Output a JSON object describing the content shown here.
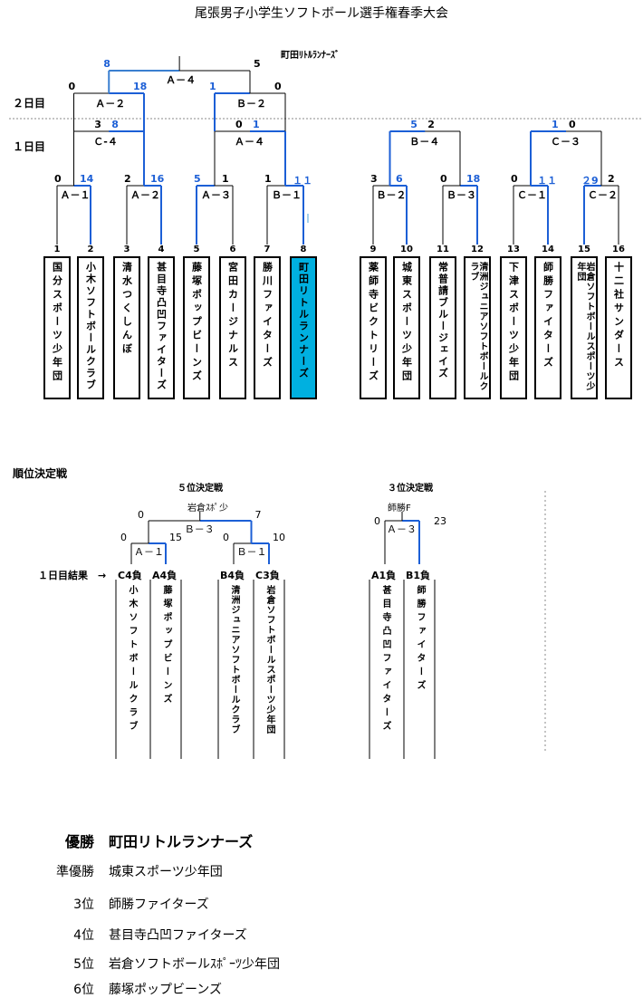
{
  "title": "尾張男子小学生ソフトボール選手権春季大会",
  "day2": "２日目",
  "day1": "１日目",
  "champion_top": "町田ﾘﾄﾙﾗﾝﾅｰｽﾞ",
  "teams": [
    {
      "num": "1",
      "name": "国分スポーツ少年団"
    },
    {
      "num": "2",
      "name": "小木ソフトボールクラブ"
    },
    {
      "num": "3",
      "name": "清水つくしんぼ"
    },
    {
      "num": "4",
      "name": "甚目寺凸凹ファイターズ"
    },
    {
      "num": "5",
      "name": "藤塚ポップビーンズ"
    },
    {
      "num": "6",
      "name": "宮田カージナルス"
    },
    {
      "num": "7",
      "name": "勝川ファイターズ"
    },
    {
      "num": "8",
      "name": "町田リトルランナーズ"
    },
    {
      "num": "9",
      "name": "薬師寺ビクトリーズ"
    },
    {
      "num": "10",
      "name": "城東スポーツ少年団"
    },
    {
      "num": "11",
      "name": "常普請ブルージェイズ"
    },
    {
      "num": "12",
      "name": "清洲ジュニアソフトボールクラブ"
    },
    {
      "num": "13",
      "name": "下津スポーツ少年団"
    },
    {
      "num": "14",
      "name": "師勝ファイターズ"
    },
    {
      "num": "15",
      "name": "岩倉ソフトボールスポーツ少年団"
    },
    {
      "num": "16",
      "name": "十二社サンダース"
    }
  ],
  "matches": {
    "A1": {
      "label": "Ａ－１",
      "left": "0",
      "right": "14"
    },
    "A2": {
      "label": "Ａ－２",
      "left": "2",
      "right": "16"
    },
    "A3": {
      "label": "Ａ－３",
      "left": "5",
      "right": "1"
    },
    "B1": {
      "label": "Ｂ－１",
      "left": "1",
      "right": "１１"
    },
    "B2": {
      "label": "Ｂ－２",
      "left": "3",
      "right": "6"
    },
    "B3": {
      "label": "Ｂ－３",
      "left": "0",
      "right": "18"
    },
    "C1": {
      "label": "Ｃ－１",
      "left": "0",
      "right": "１１"
    },
    "C2": {
      "label": "Ｃ－２",
      "left": "２9",
      "right": "2"
    },
    "C4": {
      "label": "Ｃ-４",
      "left": "3",
      "right": "8"
    },
    "A4": {
      "label": "Ａ－４",
      "left": "0",
      "right": "1"
    },
    "B4": {
      "label": "Ｂ－４",
      "left": "5",
      "right": "2"
    },
    "C3": {
      "label": "Ｃ－３",
      "left": "1",
      "right": "0"
    },
    "SA2": {
      "label": "Ａ－２",
      "left": "0",
      "right": "18"
    },
    "SB2": {
      "label": "Ｂ－２",
      "left": "1",
      "right": "0"
    },
    "FA4": {
      "label": "Ａ－４",
      "left": "8",
      "right": "5"
    }
  },
  "placement": {
    "heading": "順位決定戦",
    "fifth": {
      "title": "５位決定戦",
      "winner": "岩倉ｽﾎﾟ少",
      "final": {
        "label": "Ｂ－３",
        "left": "0",
        "right": "7"
      },
      "semiA": {
        "label": "Ａ－１",
        "left": "0",
        "right": "15"
      },
      "semiB": {
        "label": "Ｂ－１",
        "left": "0",
        "right": "10"
      }
    },
    "third": {
      "title": "３位決定戦",
      "winner": "師勝F",
      "final": {
        "label": "Ａ－３",
        "left": "0",
        "right": "23"
      }
    },
    "day1_result": "１日目結果　→",
    "slots": [
      {
        "tag": "C4負",
        "name": "小木ソフトボールクラブ"
      },
      {
        "tag": "A4負",
        "name": "藤塚ポップビーンズ"
      },
      {
        "tag": "B4負",
        "name": "清洲ジュニアソフトボールクラブ"
      },
      {
        "tag": "C3負",
        "name": "岩倉ソフトボールスポーツ少年団"
      },
      {
        "tag": "A1負",
        "name": "甚目寺凸凹ファイターズ"
      },
      {
        "tag": "B1負",
        "name": "師勝ファイターズ"
      }
    ]
  },
  "results": [
    {
      "rank": "優勝",
      "team": "町田リトルランナーズ"
    },
    {
      "rank": "準優勝",
      "team": "城東スポーツ少年団"
    },
    {
      "rank": "3位",
      "team": "師勝ファイターズ"
    },
    {
      "rank": "4位",
      "team": "甚目寺凸凹ファイターズ"
    },
    {
      "rank": "5位",
      "team": "岩倉ソフトボールｽﾎﾟｰﾂ少年団"
    },
    {
      "rank": "6位",
      "team": "藤塚ポップビーンズ"
    }
  ],
  "colors": {
    "line": "#000000",
    "win": "#1c5fd6",
    "winbox": "#00b0e0",
    "final": "#3a7fd0"
  }
}
